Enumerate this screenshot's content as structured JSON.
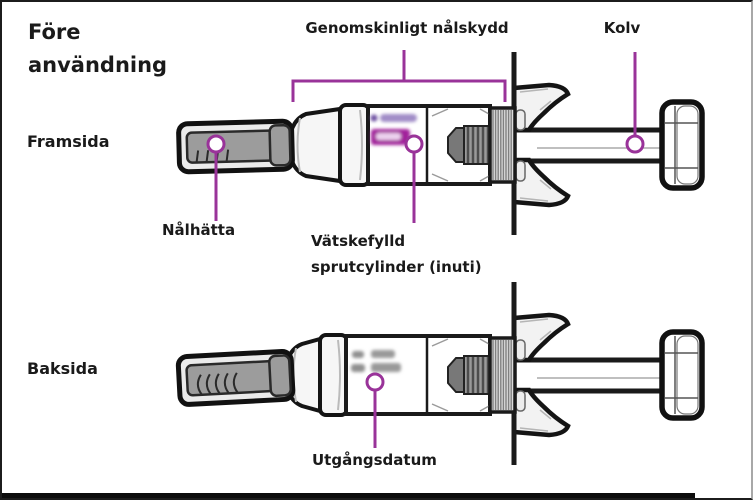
{
  "page": {
    "background": "#ffffff",
    "frame_border": "#1c1c1c",
    "accent_purple": "#993399",
    "badge_magenta": "#a2249b",
    "outline_black": "#141414",
    "cap_gray": "#9c9c9c"
  },
  "title": "Före användning",
  "views": {
    "front_label": "Framsida",
    "back_label": "Baksida"
  },
  "callouts": {
    "needle_shield": "Genomskinligt nålskydd",
    "plunger": "Kolv",
    "needle_cap": "Nålhätta",
    "barrel": "Vätskefylld sprutcylinder (inuti)",
    "expiry": "Utgångsdatum"
  }
}
